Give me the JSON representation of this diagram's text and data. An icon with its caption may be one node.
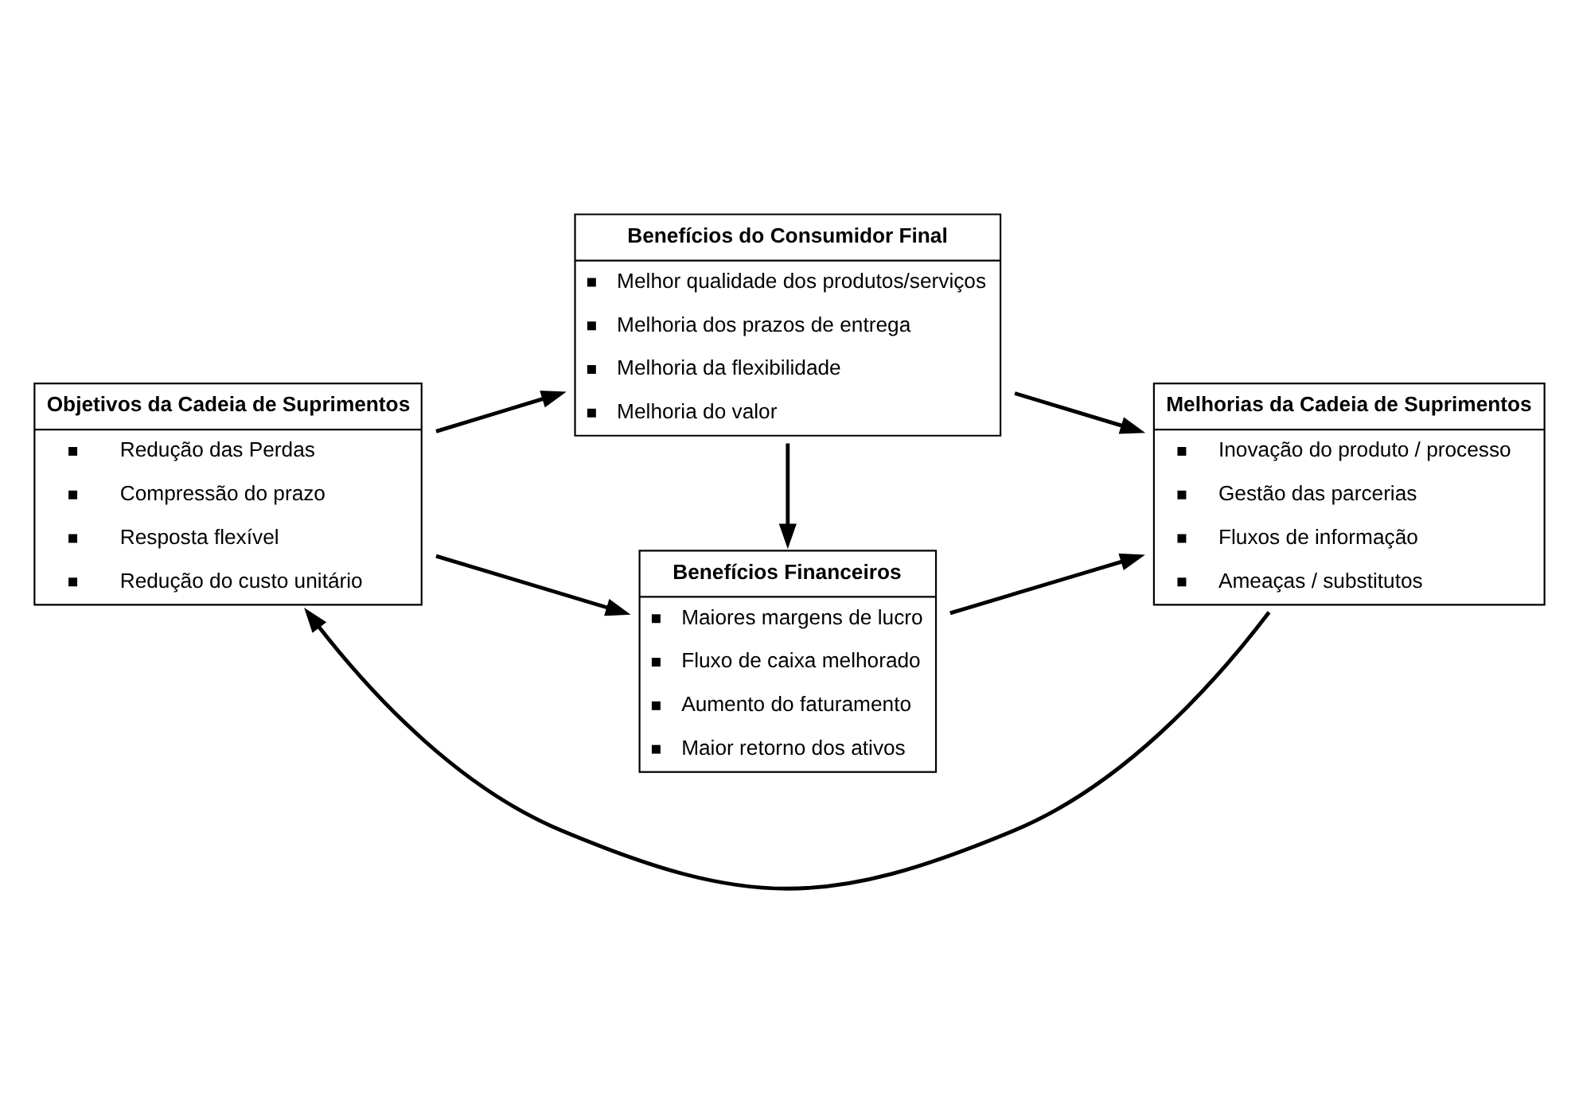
{
  "diagram": {
    "nodes": [
      {
        "text": [
          "Benefícios do Consumidor Final",
          "Melhor qualidade dos produtos/serviços",
          "Melhoria dos prazos de entrega",
          "Melhoria da flexibilidade",
          "Melhoria do valor"
        ]
      },
      {
        "text": [
          "Objetivos da Cadeia de Suprimentos",
          "Redução das Perdas",
          "Compressão do prazo",
          "Resposta flexível",
          "Redução do custo unitário"
        ]
      },
      {
        "text": [
          "Melhorias da Cadeia de Suprimentos",
          "Inovação do produto / processo",
          "Gestão das parcerias",
          "Fluxos de informação",
          "Ameaças / substitutos"
        ]
      },
      {
        "text": [
          "Benefícios Financeiros",
          "Maiores margens de lucro",
          "Fluxo de caixa melhorado",
          "Aumento do faturamento",
          "Maior retorno dos ativos"
        ]
      }
    ],
    "edges": [
      {
        "from": 1,
        "to": 0,
        "arrow": "to"
      },
      {
        "from": 0,
        "to": 2,
        "arrow": "to"
      },
      {
        "from": 0,
        "to": 3,
        "arrow": "to"
      },
      {
        "from": 1,
        "to": 3,
        "arrow": "to"
      },
      {
        "from": 3,
        "to": 2,
        "arrow": "to"
      },
      {
        "from": 2,
        "to": 1,
        "arrow": "to"
      }
    ]
  }
}
